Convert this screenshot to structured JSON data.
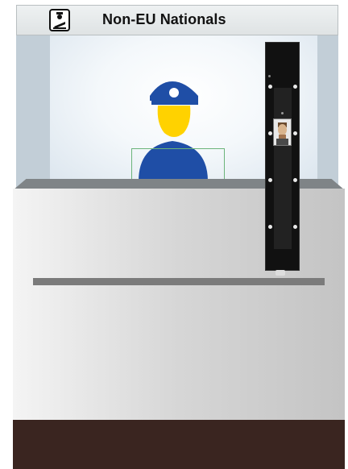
{
  "sign": {
    "title": "Non-EU Nationals",
    "icon": "passport-control-officer-icon"
  },
  "scene": {
    "officer": "border-officer",
    "scanner": "biometric-face-scanner",
    "colors": {
      "officer_blue": "#1f4ea6",
      "officer_face": "#ffd200",
      "floor": "#3a2520",
      "scanner": "#111111"
    }
  }
}
